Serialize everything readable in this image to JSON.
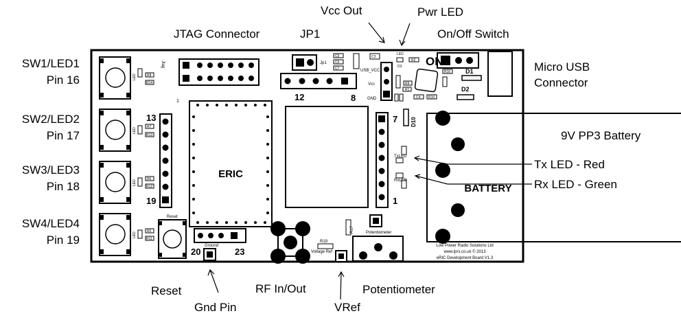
{
  "labels": {
    "vcc_out": "Vcc Out",
    "pwr_led": "Pwr LED",
    "jtag_connector": "JTAG Connector",
    "jp1": "JP1",
    "on_off_switch": "On/Off Switch",
    "micro_usb_1": "Micro USB",
    "micro_usb_2": "Connector",
    "sw1_1": "SW1/LED1",
    "sw1_2": "Pin 16",
    "sw2_1": "SW2/LED2",
    "sw2_2": "Pin 17",
    "sw3_1": "SW3/LED3",
    "sw3_2": "Pin 18",
    "sw4_1": "SW4/LED4",
    "sw4_2": "Pin 19",
    "battery_9v": "9V PP3 Battery",
    "tx_led": "Tx LED - Red",
    "rx_led": "Rx LED - Green",
    "reset": "Reset",
    "gnd_pin": "Gnd Pin",
    "rf_in_out": "RF In/Out",
    "vref": "VRef",
    "potentiometer": "Potentiometer"
  },
  "silkscreen": {
    "eric": "ERIC",
    "battery": "BATTERY",
    "on": "ON",
    "d1": "D1",
    "d2": "D2",
    "d10": "D10",
    "pin12": "12",
    "pin8": "8",
    "pin13": "13",
    "pin19": "19",
    "pin7": "7",
    "pin1": "1",
    "pin20": "20",
    "pin23": "23",
    "jp1": "Jp1",
    "jtag": "Jtag",
    "usb_vcc": "USB_VCC",
    "vcc": "Vcc",
    "gnd": "GND",
    "led": "LED",
    "d3": "D3",
    "r2": "R2",
    "r16": "R16",
    "r9": "R9",
    "r10": "R10",
    "r1": "R1",
    "c4": "C4",
    "c5": "C5",
    "c6": "C6",
    "c7": "C7",
    "c3": "C3",
    "r8": "R8",
    "r14": "R14",
    "r7": "R7",
    "r13": "R13",
    "r6": "R6",
    "r12": "R12",
    "r5": "R5",
    "r11": "R11",
    "r17": "R17",
    "r19": "R19",
    "reset_silk": "Reset",
    "ground_silk": "Ground",
    "voltage_ref": "Voltage Ref",
    "pot_silk": "Potentiometer",
    "tx_led_silk": "TxLED",
    "rx_led_silk": "RxLED",
    "one": "1",
    "maker_1": "Low Power Radio Solutions Ltd",
    "maker_2": "www.lprs.co.uk © 2013",
    "maker_3": "eRIC Development Board V1.3"
  },
  "colors": {
    "ink": "#000000",
    "paper": "#ffffff"
  }
}
